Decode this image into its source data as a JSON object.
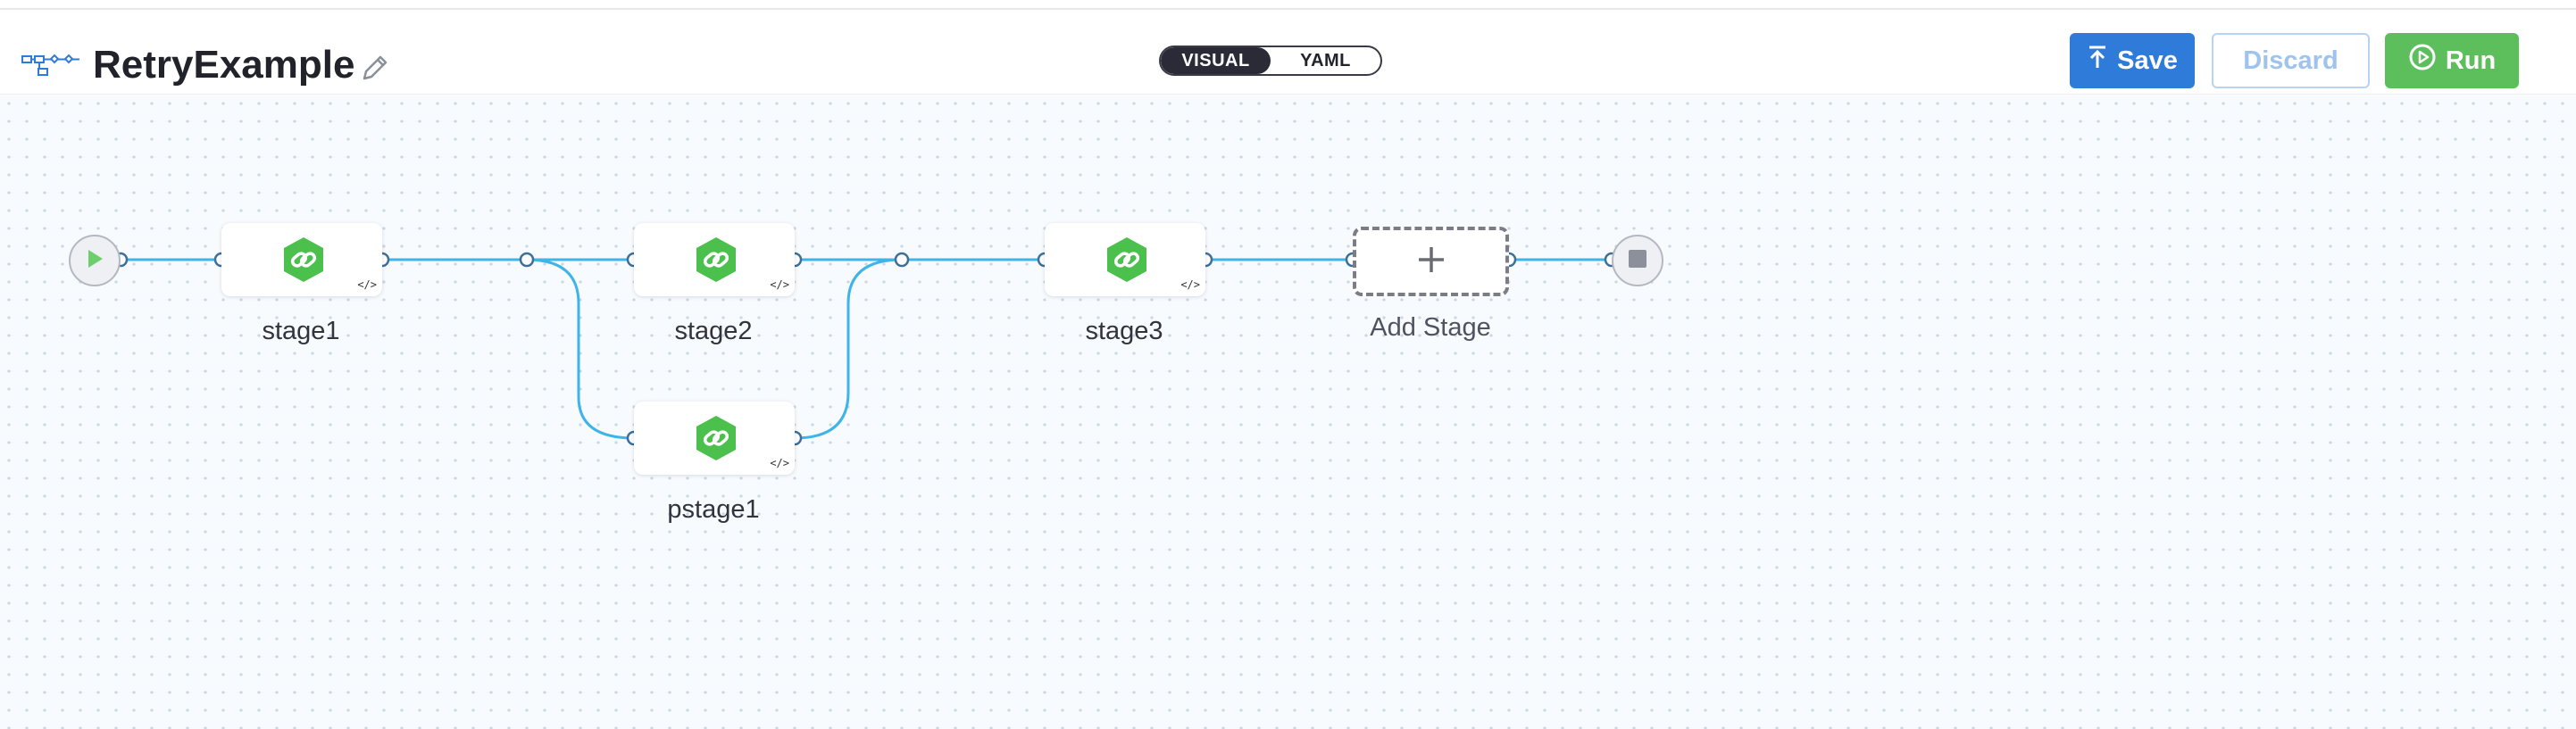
{
  "header": {
    "pipeline_name": "RetryExample",
    "view_toggle": {
      "visual": "VISUAL",
      "yaml": "YAML",
      "selected": "VISUAL"
    },
    "buttons": {
      "save": "Save",
      "discard": "Discard",
      "run": "Run"
    }
  },
  "pipeline": {
    "stages": [
      {
        "label": "stage1"
      },
      {
        "label": "stage2"
      },
      {
        "label": "pstage1"
      },
      {
        "label": "stage3"
      }
    ],
    "add_stage_label": "Add Stage"
  },
  "colors": {
    "accent_blue": "#2f7bd9",
    "run_green": "#5cbf5c",
    "wire": "#3fb4e8",
    "stage_icon_green": "#4cc04c"
  },
  "icons": {
    "pipeline": "pipeline-icon",
    "edit": "pencil-icon",
    "save": "upload-arrow-icon",
    "run": "play-circle-icon",
    "stage": "link-hexagon-icon",
    "code": "code-icon",
    "start": "play-icon",
    "end": "stop-icon",
    "add": "plus-icon"
  }
}
